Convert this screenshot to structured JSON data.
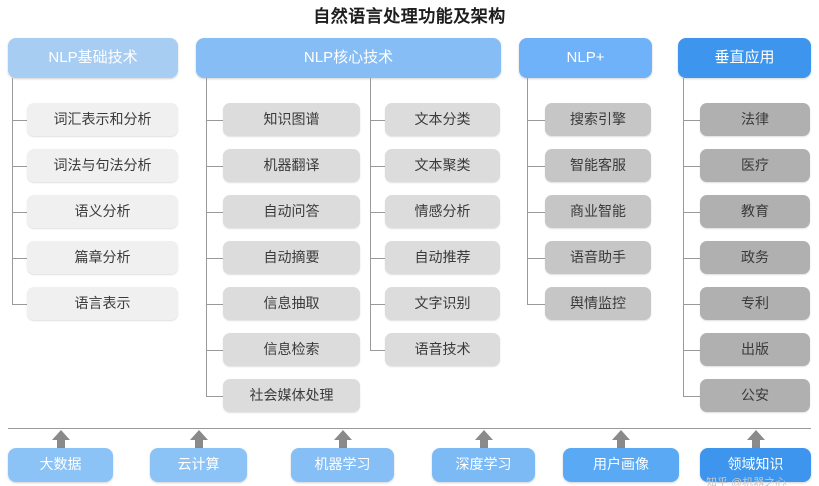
{
  "title": "自然语言处理功能及架构",
  "colors": {
    "header_lightest": "#a8cdf2",
    "header_light": "#86bdf5",
    "header_medium": "#70b2fa",
    "header_dark": "#3d95ee",
    "item_gray_1": "#f0f0f0",
    "item_gray_2": "#dcdcdc",
    "item_gray_3": "#c6c6c6",
    "item_gray_4": "#b0b0b0",
    "line": "#9a9a9a",
    "arrow": "#8a8a8a",
    "title_text": "#1d1d1d",
    "item_text": "#3a3a3a",
    "header_text": "#ffffff"
  },
  "columns": [
    {
      "id": "nlp-basic",
      "header": "NLP基础技术",
      "header_color": "#a8cdf2",
      "item_color": "#f0f0f0",
      "groups": [
        {
          "items": [
            "词汇表示和分析",
            "词法与句法分析",
            "语义分析",
            "篇章分析",
            "语言表示"
          ]
        }
      ]
    },
    {
      "id": "nlp-core",
      "header": "NLP核心技术",
      "header_color": "#86bdf5",
      "item_color": "#dcdcdc",
      "groups": [
        {
          "items": [
            "知识图谱",
            "机器翻译",
            "自动问答",
            "自动摘要",
            "信息抽取",
            "信息检索",
            "社会媒体处理"
          ]
        },
        {
          "items": [
            "文本分类",
            "文本聚类",
            "情感分析",
            "自动推荐",
            "文字识别",
            "语音技术"
          ]
        }
      ]
    },
    {
      "id": "nlp-plus",
      "header": "NLP+",
      "header_color": "#70b2fa",
      "item_color": "#c6c6c6",
      "groups": [
        {
          "items": [
            "搜索引擎",
            "智能客服",
            "商业智能",
            "语音助手",
            "舆情监控"
          ]
        }
      ]
    },
    {
      "id": "vertical-apps",
      "header": "垂直应用",
      "header_color": "#3d95ee",
      "item_color": "#b0b0b0",
      "groups": [
        {
          "items": [
            "法律",
            "医疗",
            "教育",
            "政务",
            "专利",
            "出版",
            "公安"
          ]
        }
      ]
    }
  ],
  "foundation": {
    "items": [
      {
        "label": "大数据",
        "color": "#8cc3f7"
      },
      {
        "label": "云计算",
        "color": "#8cc3f7"
      },
      {
        "label": "机器学习",
        "color": "#85bff6"
      },
      {
        "label": "深度学习",
        "color": "#7cbaf6"
      },
      {
        "label": "用户画像",
        "color": "#5aa9f4"
      },
      {
        "label": "领域知识",
        "color": "#3d95ee"
      }
    ]
  },
  "watermark": "知乎 @机器之心"
}
